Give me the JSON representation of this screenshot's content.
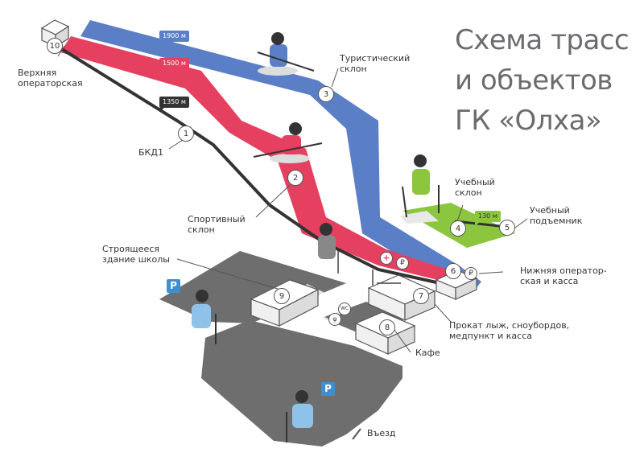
{
  "title": {
    "line1": "Схема трасс",
    "line2": "и объектов",
    "line3": "ГК «Олха»"
  },
  "colors": {
    "tourist_slope": "#5b7fc7",
    "sport_slope": "#e5405f",
    "training_slope": "#8cc63f",
    "lift_line": "#333333",
    "ground": "#6e6e6e",
    "parking_sign": "#3f8fd0"
  },
  "tags": {
    "tourist": "1900 м",
    "sport": "1500 м",
    "bkd": "1350 м",
    "training": "130 м"
  },
  "objects": [
    {
      "id": "1",
      "label": "БКД1"
    },
    {
      "id": "2",
      "label": "Спортивный склон"
    },
    {
      "id": "3",
      "label": "Туристический склон"
    },
    {
      "id": "4",
      "label": "Учебный склон"
    },
    {
      "id": "5",
      "label": "Учебный подъемник"
    },
    {
      "id": "6",
      "label": "Нижняя операторская и касса"
    },
    {
      "id": "7",
      "label": "Прокат лыж, сноубордов, медпункт и касса"
    },
    {
      "id": "8",
      "label": "Кафе"
    },
    {
      "id": "9",
      "label": "Строящееся здание школы"
    },
    {
      "id": "10",
      "label": "Верхняя операторская"
    }
  ],
  "labels": {
    "top_operator_1": "Верхняя",
    "top_operator_2": "операторская",
    "bkd": "БКД1",
    "tourist_1": "Туристический",
    "tourist_2": "склон",
    "training_1": "Учебный",
    "training_2": "склон",
    "training_lift_1": "Учебный",
    "training_lift_2": "подъемник",
    "sport_1": "Спортивный",
    "sport_2": "склон",
    "school_1": "Строящееся",
    "school_2": "здание школы",
    "bottom_operator_1": "Нижняя оператор-",
    "bottom_operator_2": "ская и касса",
    "rental_1": "Прокат лыж, сноубордов,",
    "rental_2": "медпункт и касса",
    "cafe": "Кафе",
    "entrance": "Въезд"
  },
  "signs": {
    "parking": "P",
    "wc": "WC",
    "rouble": "₽"
  },
  "icons": [
    "cross-icon",
    "rouble-icon",
    "wc-icon",
    "fork-knife-icon",
    "parking-icon",
    "arrow-icon",
    "skier-icon"
  ]
}
